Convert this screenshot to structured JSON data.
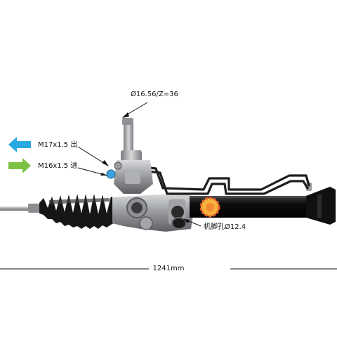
{
  "annotations": {
    "pinion_spec": "Ø16.56/Z=36",
    "outlet_port": "M17x1.5 出",
    "inlet_port": "M16x1.5 进",
    "mount_hole": "机脚孔Ø12.4",
    "overall_length": "1241mm"
  },
  "colors": {
    "outlet_arrow": "#29a9e1",
    "inlet_arrow": "#7dc242",
    "rack_body": "#111111",
    "housing": "#a7a9ab",
    "boot": "#1a1a1a"
  },
  "icons": {
    "outlet": "arrow-left-icon",
    "inlet": "arrow-right-icon",
    "logo": "gear-logo-icon"
  }
}
